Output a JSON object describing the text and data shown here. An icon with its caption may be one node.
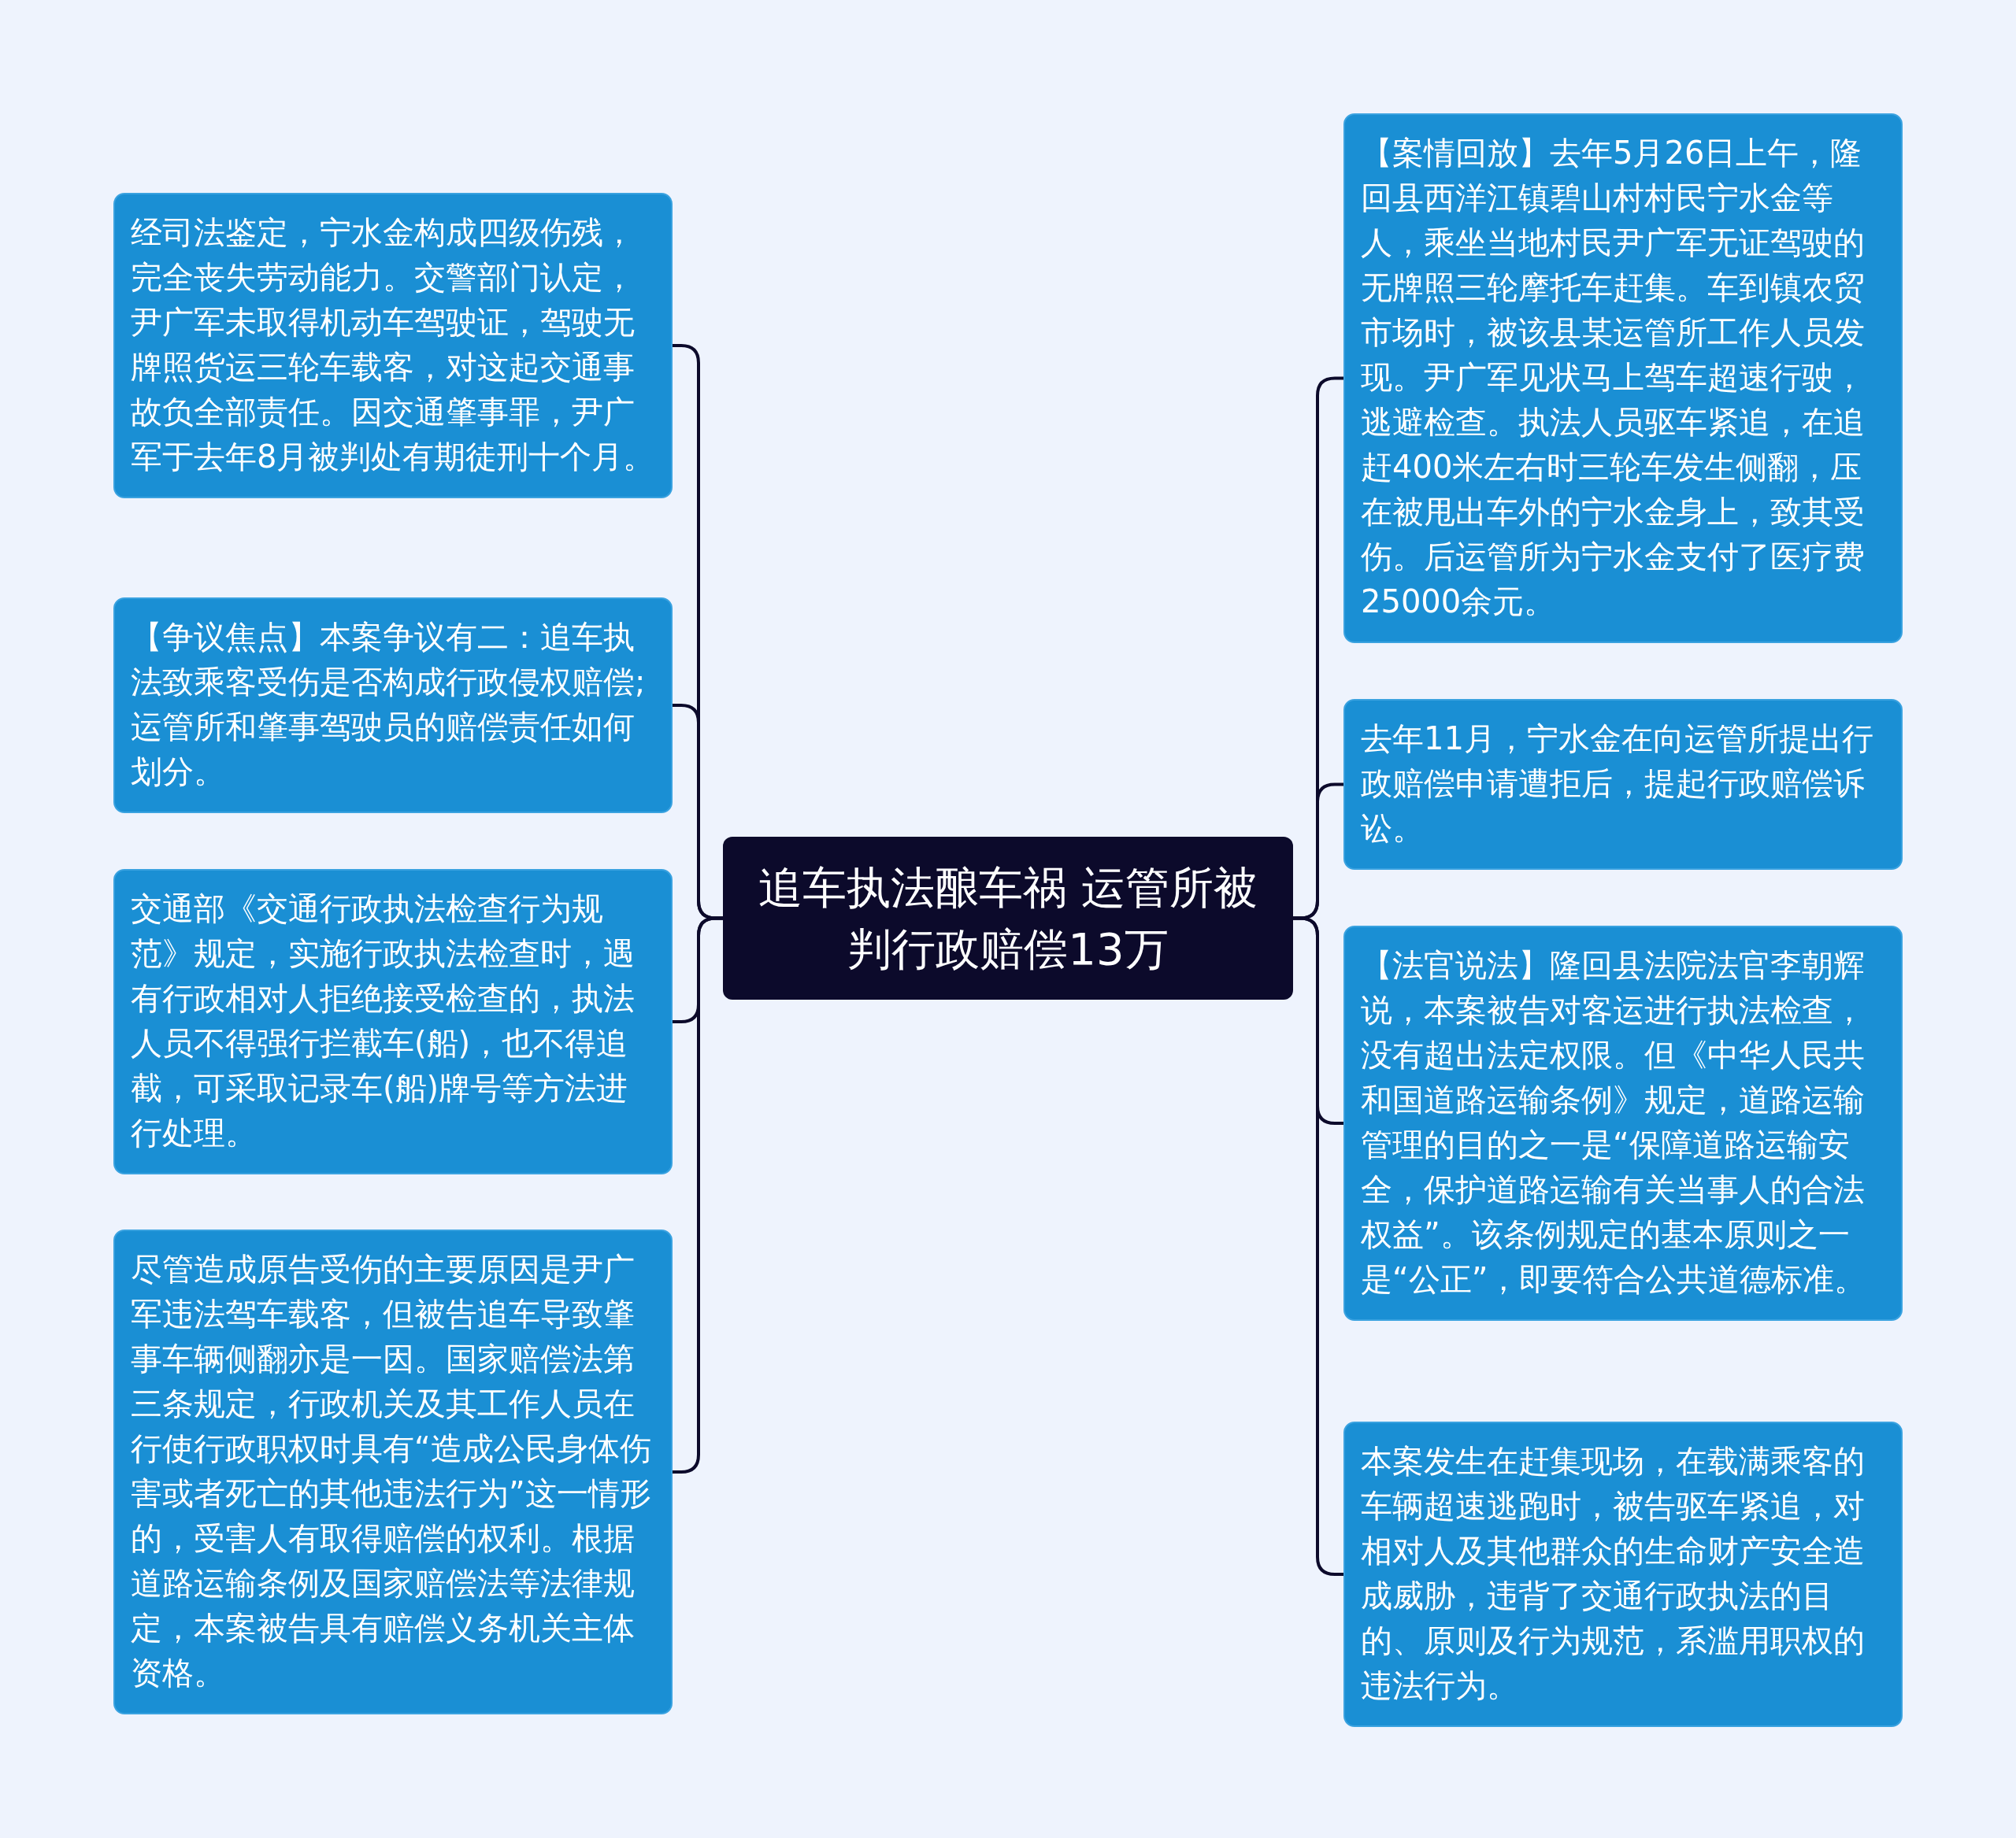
{
  "diagram": {
    "nodes": [
      {
        "text": [
          "追车执法酿车祸 运管所被判行政赔偿13万"
        ]
      },
      {
        "text": [
          "经司法鉴定，宁水金构成四级伤残，完全丧失劳动能力。交警部门认定，尹广军未取得机动车驾驶证，驾驶无牌照货运三轮车载客，对这起交通事故负全部责任。因交通肇事罪，尹广军于去年8月被判处有期徒刑十个月。"
        ]
      },
      {
        "text": [
          "【争议焦点】本案争议有二：追车执法致乘客受伤是否构成行政侵权赔偿;运管所和肇事驾驶员的赔偿责任如何划分。"
        ]
      },
      {
        "text": [
          "交通部《交通行政执法检查行为规范》规定，实施行政执法检查时，遇有行政相对人拒绝接受检查的，执法人员不得强行拦截车(船)，也不得追截，可采取记录车(船)牌号等方法进行处理。"
        ]
      },
      {
        "text": [
          "尽管造成原告受伤的主要原因是尹广军违法驾车载客，但被告追车导致肇事车辆侧翻亦是一因。国家赔偿法第三条规定，行政机关及其工作人员在行使行政职权时具有“造成公民身体伤害或者死亡的其他违法行为”这一情形的，受害人有取得赔偿的权利。根据道路运输条例及国家赔偿法等法律规定，本案被告具有赔偿义务机关主体资格。"
        ]
      },
      {
        "text": [
          "【案情回放】去年5月26日上午，隆回县西洋江镇碧山村村民宁水金等人，乘坐当地村民尹广军无证驾驶的无牌照三轮摩托车赶集。车到镇农贸市场时，被该县某运管所工作人员发现。尹广军见状马上驾车超速行驶，逃避检查。执法人员驱车紧追，在追赶400米左右时三轮车发生侧翻，压在被甩出车外的宁水金身上，致其受伤。后运管所为宁水金支付了医疗费25000余元。"
        ]
      },
      {
        "text": [
          "去年11月，宁水金在向运管所提出行政赔偿申请遭拒后，提起行政赔偿诉讼。"
        ]
      },
      {
        "text": [
          "【法官说法】隆回县法院法官李朝辉说，本案被告对客运进行执法检查，没有超出法定权限。但《中华人民共和国道路运输条例》规定，道路运输管理的目的之一是“保障道路运输安全，保护道路运输有关当事人的合法权益”。该条例规定的基本原则之一是“公正”，即要符合公共道德标准。"
        ]
      },
      {
        "text": [
          "本案发生在赶集现场，在载满乘客的车辆超速逃跑时，被告驱车紧追，对相对人及其他群众的生命财产安全造成威胁，违背了交通行政执法的目的、原则及行为规范，系滥用职权的违法行为。"
        ]
      }
    ],
    "edges": [
      {
        "from": 0,
        "to": 1,
        "arrow": "none"
      },
      {
        "from": 0,
        "to": 2,
        "arrow": "none"
      },
      {
        "from": 0,
        "to": 3,
        "arrow": "none"
      },
      {
        "from": 0,
        "to": 4,
        "arrow": "none"
      },
      {
        "from": 0,
        "to": 5,
        "arrow": "none"
      },
      {
        "from": 0,
        "to": 6,
        "arrow": "none"
      },
      {
        "from": 0,
        "to": 7,
        "arrow": "none"
      },
      {
        "from": 0,
        "to": 8,
        "arrow": "none"
      }
    ]
  }
}
